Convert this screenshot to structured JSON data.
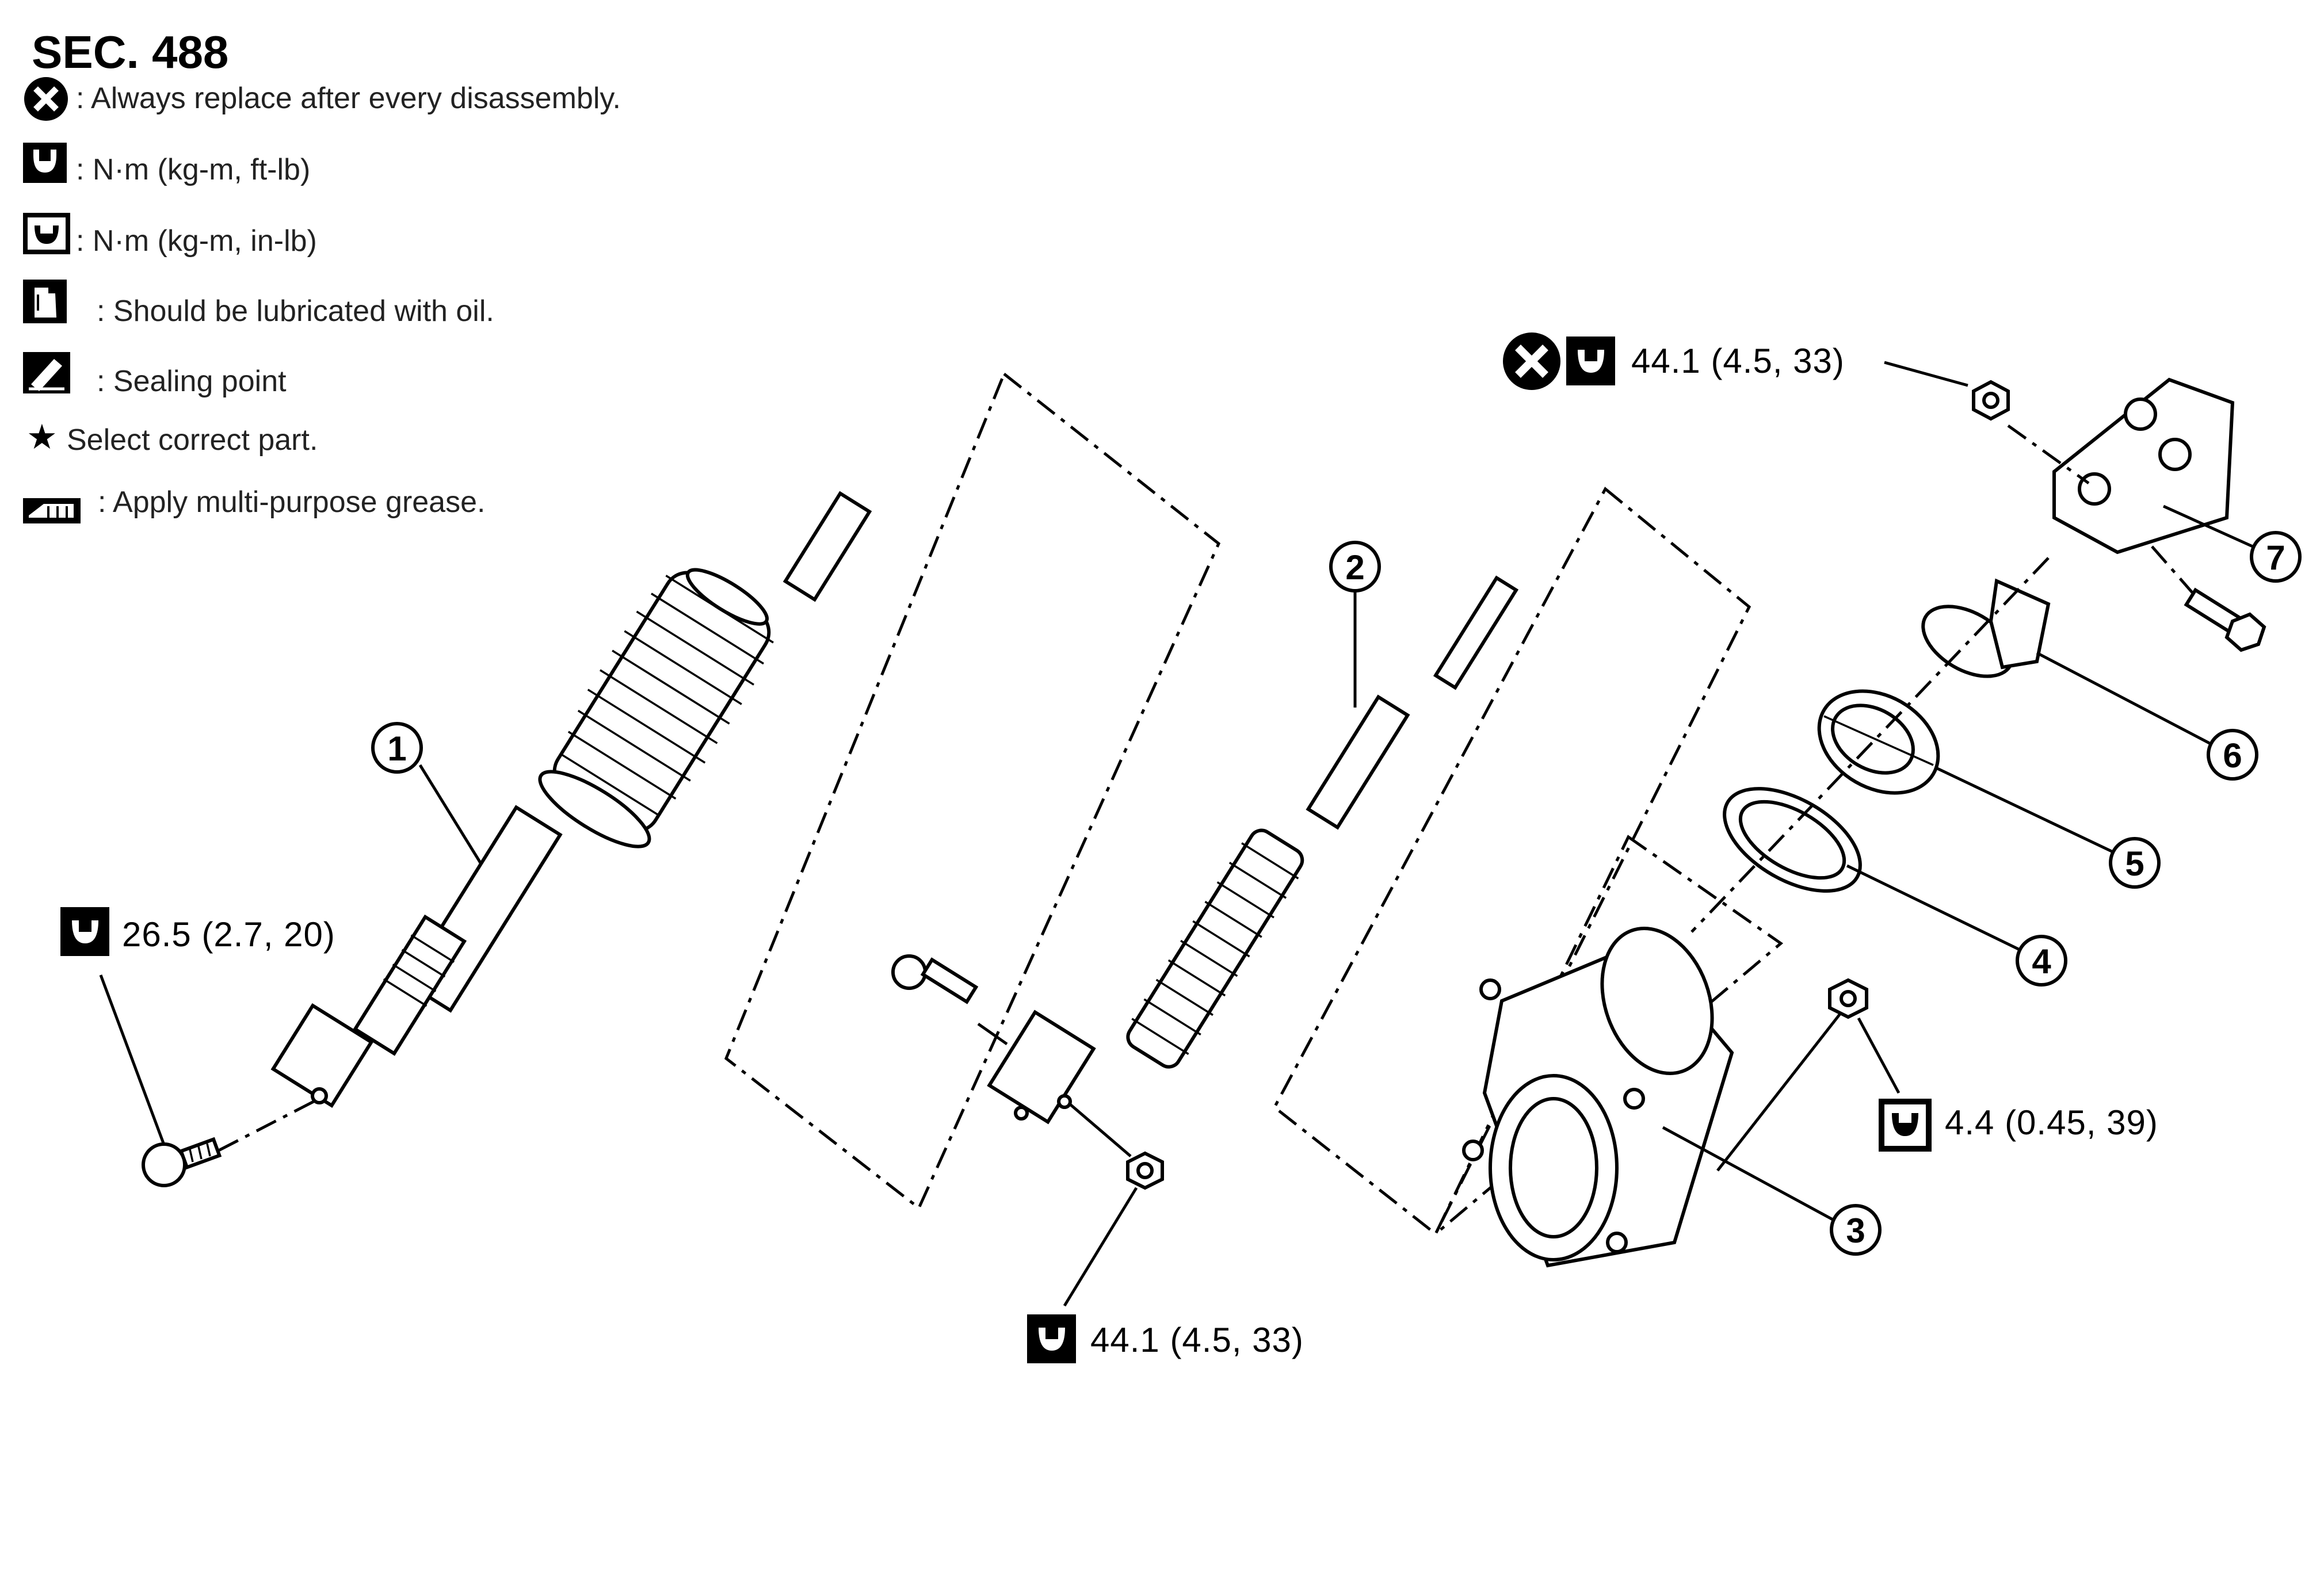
{
  "section": "SEC. 488",
  "legend": {
    "replace": ": Always replace after every disassembly.",
    "torque_ftlb": ": N·m (kg-m, ft-lb)",
    "torque_inlb": ": N·m (kg-m, in-lb)",
    "oil": ": Should be lubricated with oil.",
    "sealing": ": Sealing point",
    "select": "Select correct part.",
    "grease": ": Apply multi-purpose grease."
  },
  "legend_icons": [
    "replace-icon",
    "torque-wrench-icon",
    "torque-wrench-inlb-icon",
    "oil-can-icon",
    "sealing-point-icon",
    "star-icon",
    "grease-icon"
  ],
  "torques": {
    "t1": "26.5 (2.7, 20)",
    "t2": "44.1 (4.5, 33)",
    "t3": "44.1 (4.5, 33)",
    "t4": "4.4 (0.45, 39)"
  },
  "callouts": [
    "1",
    "2",
    "3",
    "4",
    "5",
    "6",
    "7"
  ]
}
